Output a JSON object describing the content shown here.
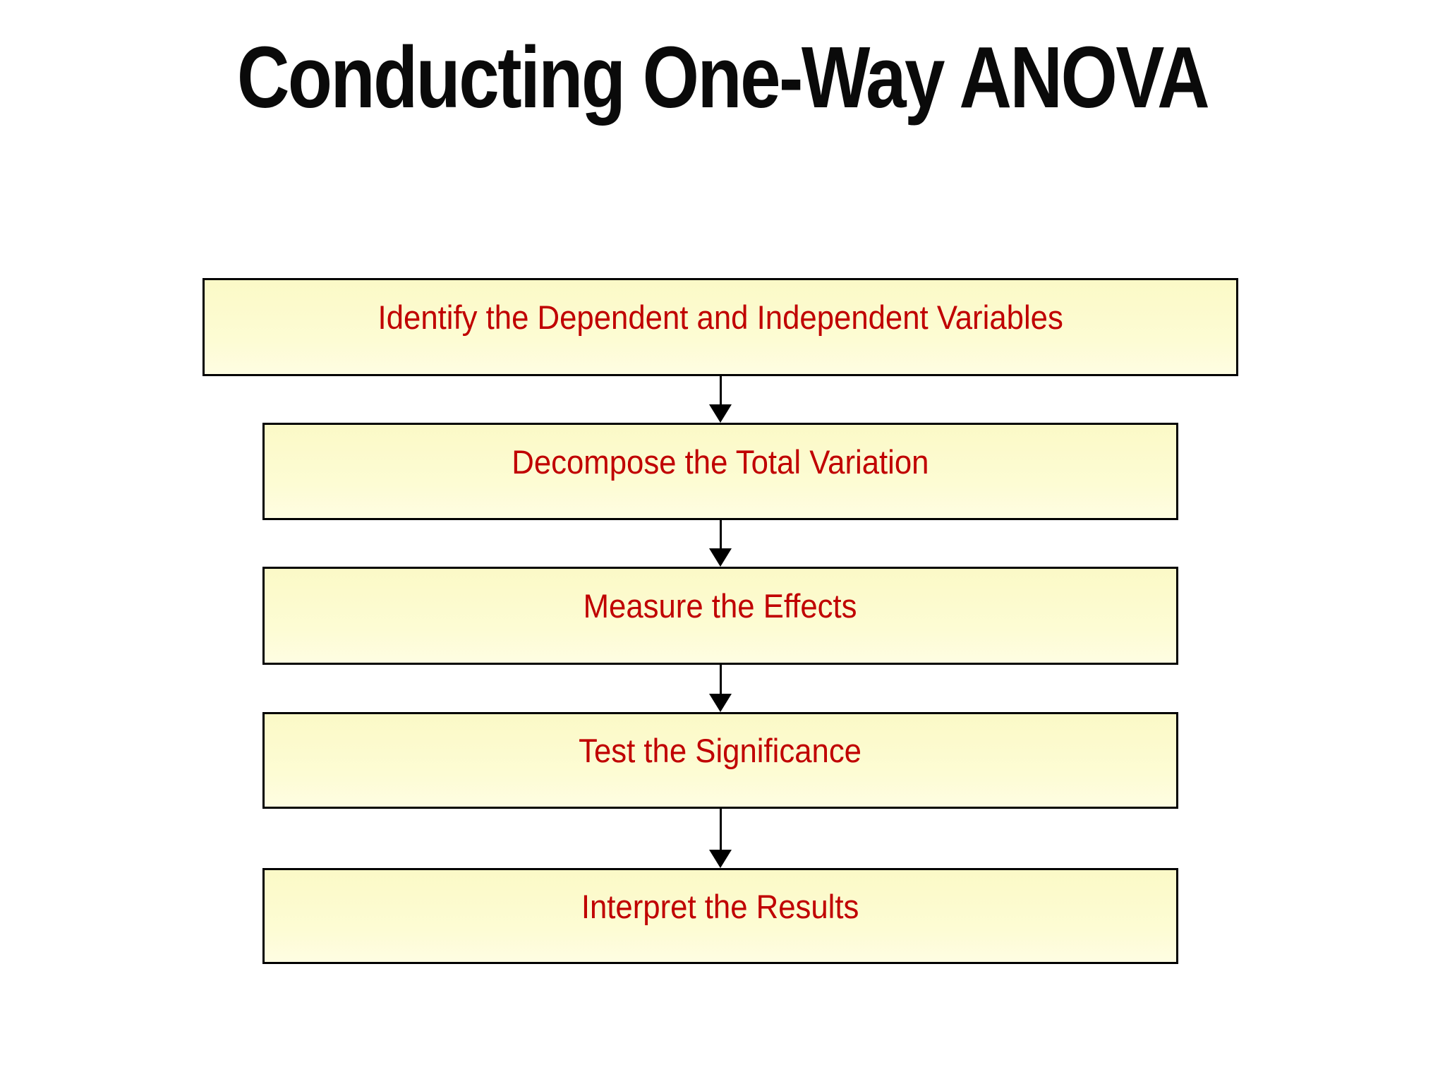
{
  "slide": {
    "title": "Conducting One-Way ANOVA"
  },
  "flowchart": {
    "type": "vertical-process-flow",
    "connector": "down-arrow",
    "steps": [
      {
        "label": "Identify the Dependent and Independent Variables"
      },
      {
        "label": "Decompose the Total Variation"
      },
      {
        "label": "Measure the Effects"
      },
      {
        "label": "Test the Significance"
      },
      {
        "label": "Interpret the Results"
      }
    ],
    "colors": {
      "box_fill_top": "#FBF9C7",
      "box_fill_bottom": "#FEFDE2",
      "box_border": "#000000",
      "step_text": "#C00000",
      "title_text": "#0A0A0A",
      "arrow": "#000000",
      "background": "#FFFFFF"
    }
  }
}
